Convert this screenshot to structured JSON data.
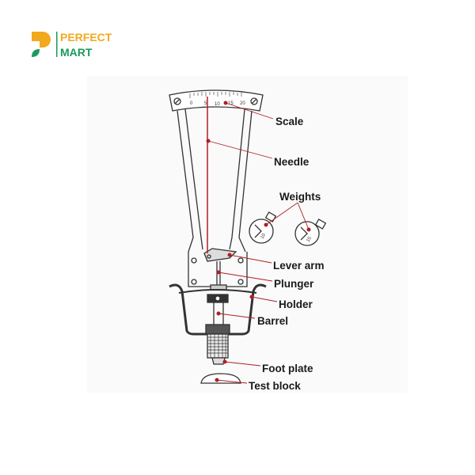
{
  "brand": {
    "line1": "PERFECT",
    "line2": "MART",
    "colors": {
      "orange": "#f2a91e",
      "green": "#1a9a5c"
    }
  },
  "diagram": {
    "scale_ticks": [
      "0",
      "5",
      "10",
      "15",
      "20"
    ],
    "weights_marks": [
      "10",
      "15"
    ],
    "labels": {
      "scale": "Scale",
      "needle": "Needle",
      "weights": "Weights",
      "lever_arm": "Lever arm",
      "plunger": "Plunger",
      "holder": "Holder",
      "barrel": "Barrel",
      "foot_plate": "Foot plate",
      "test_block": "Test block"
    },
    "colors": {
      "pointer": "#b01e23",
      "outline": "#333333"
    }
  }
}
